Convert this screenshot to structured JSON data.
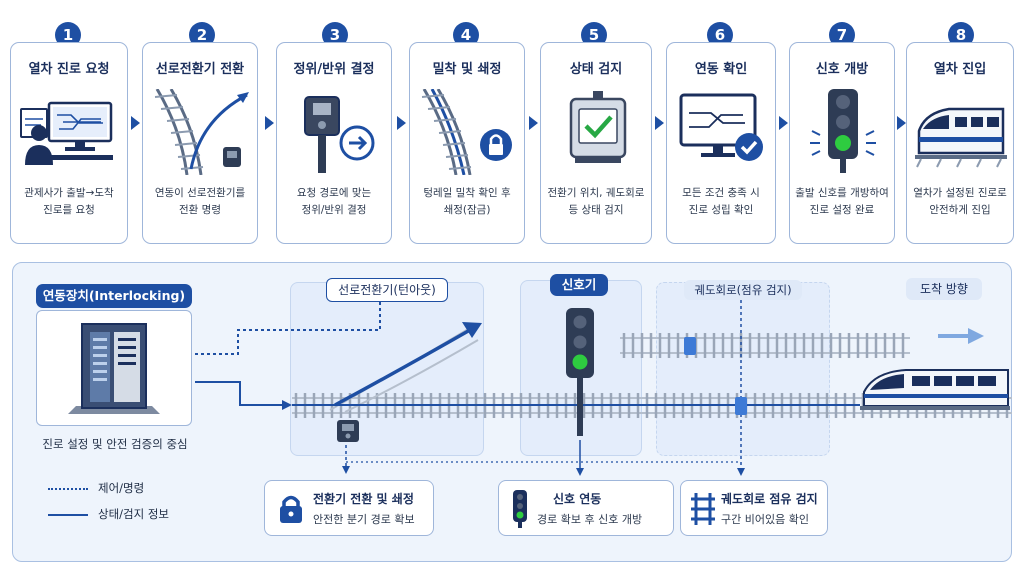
{
  "steps": [
    {
      "num": "1",
      "title": "열차 진로 요청",
      "desc1": "관제사가 출발→도착",
      "desc2": "진로를 요청"
    },
    {
      "num": "2",
      "title": "선로전환기 전환",
      "desc1": "연동이 선로전환기를",
      "desc2": "전환 명령"
    },
    {
      "num": "3",
      "title": "정위/반위 결정",
      "desc1": "요청 경로에 맞는",
      "desc2": "정위/반위 결정"
    },
    {
      "num": "4",
      "title": "밀착 및 쇄정",
      "desc1": "텅레일 밀착 확인 후",
      "desc2": "쇄정(잠금)"
    },
    {
      "num": "5",
      "title": "상태 검지",
      "desc1": "전환기 위치, 궤도회로",
      "desc2": "등 상태 검지"
    },
    {
      "num": "6",
      "title": "연동 확인",
      "desc1": "모든 조건 충족 시",
      "desc2": "진로 성립 확인"
    },
    {
      "num": "7",
      "title": "신호 개방",
      "desc1": "출발 신호를 개방하여",
      "desc2": "진로 설정 완료"
    },
    {
      "num": "8",
      "title": "열차 진입",
      "desc1": "열차가 설정된 진로로",
      "desc2": "안전하게 진입"
    }
  ],
  "diagram": {
    "interlocking_title": "연동장치(Interlocking)",
    "interlocking_caption": "진로 설정 및 안전 검증의 중심",
    "switch_label": "선로전환기(턴아웃)",
    "signal_label": "신호기",
    "track_circuit_label": "궤도회로(점유 검지)",
    "direction_label": "도착 방향"
  },
  "legend": {
    "control": "제어/명령",
    "status": "상태/검지 정보"
  },
  "info_boxes": [
    {
      "title": "전환기 전환 및 쇄정",
      "sub": "안전한 분기 경로 확보",
      "icon": "lock-icon"
    },
    {
      "title": "신호 연동",
      "sub": "경로 확보 후 신호 개방",
      "icon": "traffic-light-icon"
    },
    {
      "title": "궤도회로 점유 검지",
      "sub": "구간 비어있음 확인",
      "icon": "track-icon"
    }
  ],
  "colors": {
    "primary": "#1e4fa3",
    "signal_green": "#2ecc40",
    "check_green": "#27a844",
    "panel_bg": "#eef4fc"
  }
}
